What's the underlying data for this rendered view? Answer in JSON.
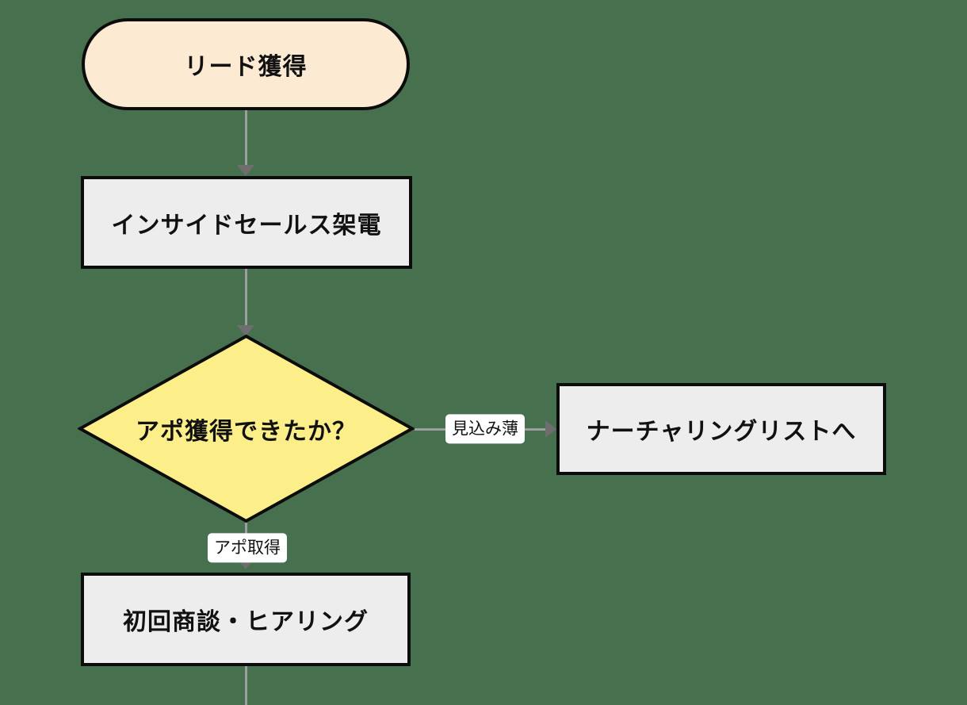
{
  "diagram": {
    "type": "flowchart",
    "direction": "top-to-bottom",
    "colors": {
      "background": "#47714E",
      "node_border": "#0C0C0C",
      "stadium_fill": "#FCEAD3",
      "process_fill": "#EDEDED",
      "decision_fill": "#FCEE88",
      "edge_line": "#9E9E9E",
      "arrowhead": "#6E6E6E",
      "edge_label_bg": "#FFFFFF",
      "text": "#111111"
    },
    "nodes": [
      {
        "id": "lead",
        "shape": "stadium",
        "label": "リード獲得"
      },
      {
        "id": "call",
        "shape": "rect",
        "label": "インサイドセールス架電"
      },
      {
        "id": "decision",
        "shape": "diamond",
        "label": "アポ獲得できたか？"
      },
      {
        "id": "nurturing",
        "shape": "rect",
        "label": "ナーチャリングリストへ"
      },
      {
        "id": "first_meeting",
        "shape": "rect",
        "label": "初回商談・ヒアリング"
      }
    ],
    "edges": [
      {
        "from": "lead",
        "to": "call",
        "label": ""
      },
      {
        "from": "call",
        "to": "decision",
        "label": ""
      },
      {
        "from": "decision",
        "to": "nurturing",
        "label": "見込み薄"
      },
      {
        "from": "decision",
        "to": "first_meeting",
        "label": "アポ取得"
      },
      {
        "from": "first_meeting",
        "to": "offscreen_bottom",
        "label": ""
      }
    ]
  }
}
